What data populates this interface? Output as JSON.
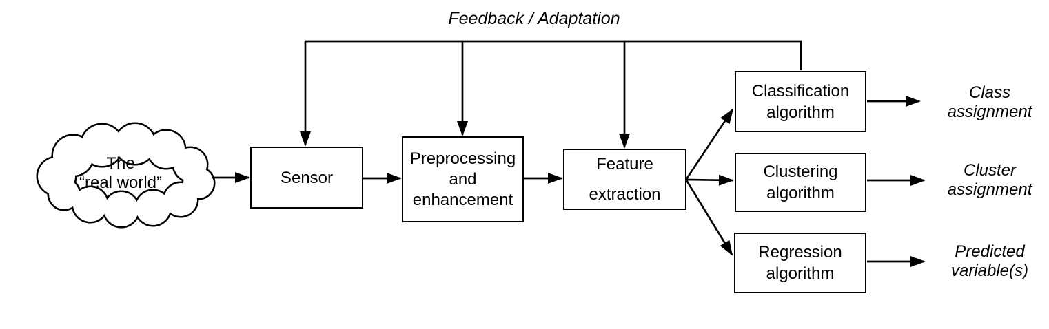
{
  "colors": {
    "ink": "#000000",
    "background": "#ffffff"
  },
  "diagram": {
    "title": "Feedback / Adaptation",
    "cloud": {
      "lines": [
        "The",
        "“real world”"
      ]
    },
    "boxes": {
      "sensor": {
        "lines": [
          "Sensor"
        ]
      },
      "preprocessing": {
        "lines": [
          "Preprocessing",
          "and",
          "enhancement"
        ]
      },
      "feature_extraction": {
        "lines": [
          "Feature",
          "extraction"
        ]
      },
      "classification": {
        "lines": [
          "Classification",
          "algorithm"
        ]
      },
      "clustering": {
        "lines": [
          "Clustering",
          "algorithm"
        ]
      },
      "regression": {
        "lines": [
          "Regression",
          "algorithm"
        ]
      }
    },
    "outputs": {
      "class_assignment": {
        "lines": [
          "Class",
          "assignment"
        ]
      },
      "cluster_assignment": {
        "lines": [
          "Cluster",
          "assignment"
        ]
      },
      "predicted_variables": {
        "lines": [
          "Predicted",
          "variable(s)"
        ]
      }
    }
  }
}
